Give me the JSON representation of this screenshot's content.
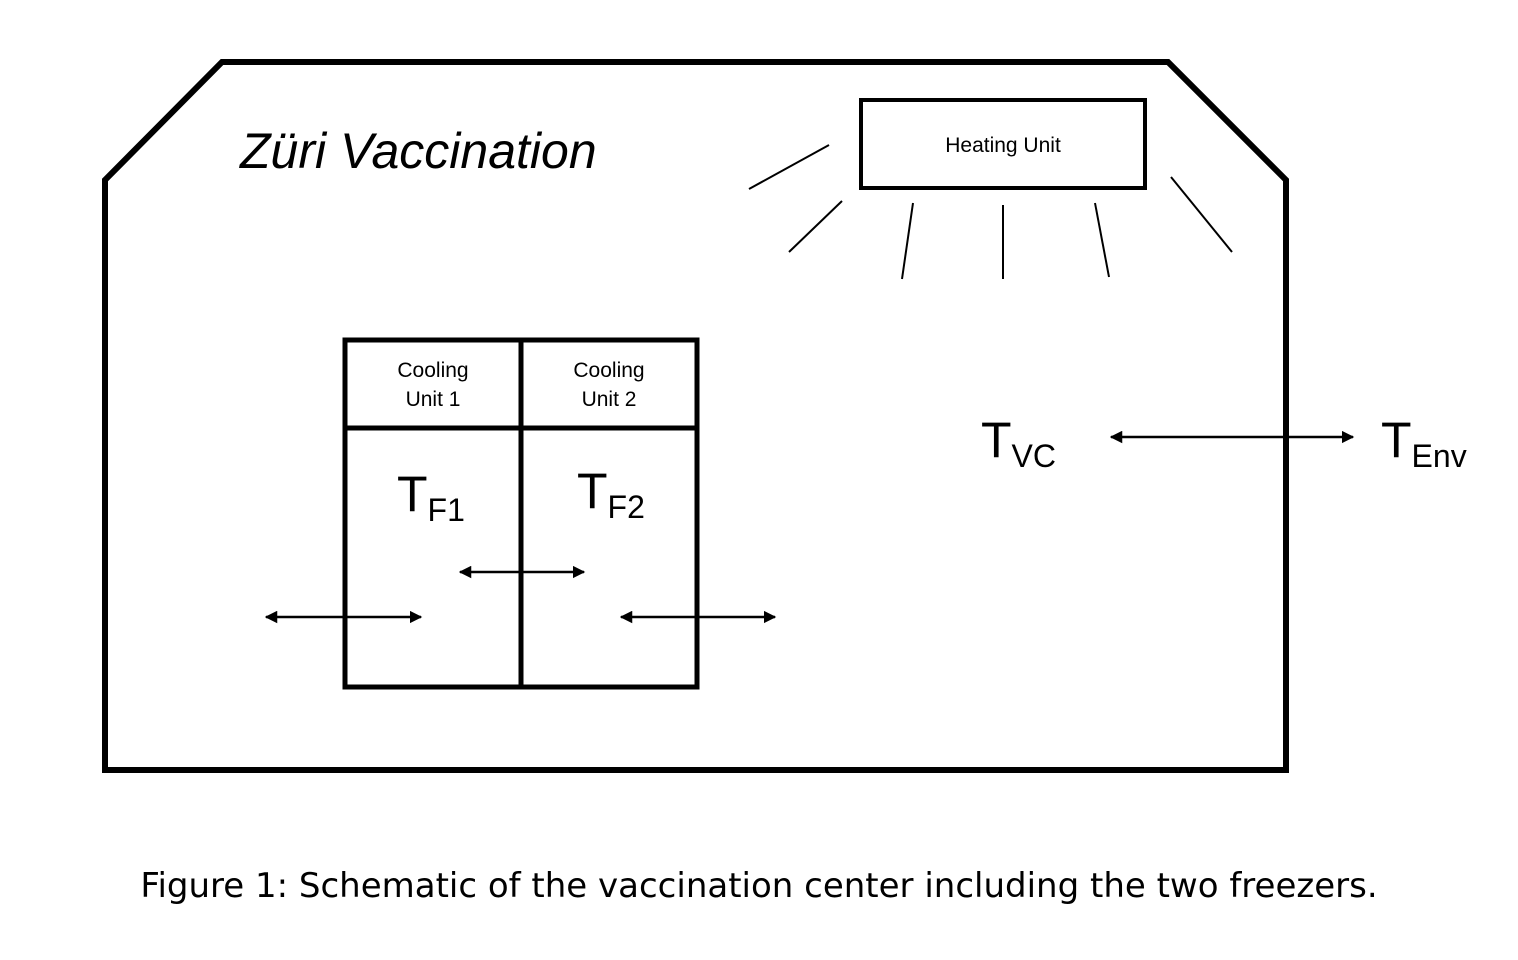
{
  "title": "Züri Vaccination",
  "heating_unit": "Heating Unit",
  "cooling_unit_1": {
    "line1": "Cooling",
    "line2": "Unit 1"
  },
  "cooling_unit_2": {
    "line1": "Cooling",
    "line2": "Unit 2"
  },
  "labels": {
    "tf1": {
      "main": "T",
      "sub": "F1"
    },
    "tf2": {
      "main": "T",
      "sub": "F2"
    },
    "tvc": {
      "main": "T",
      "sub": "VC"
    },
    "tenv": {
      "main": "T",
      "sub": "Env"
    }
  },
  "caption": "Figure 1: Schematic of the vaccination center including the two freezers."
}
